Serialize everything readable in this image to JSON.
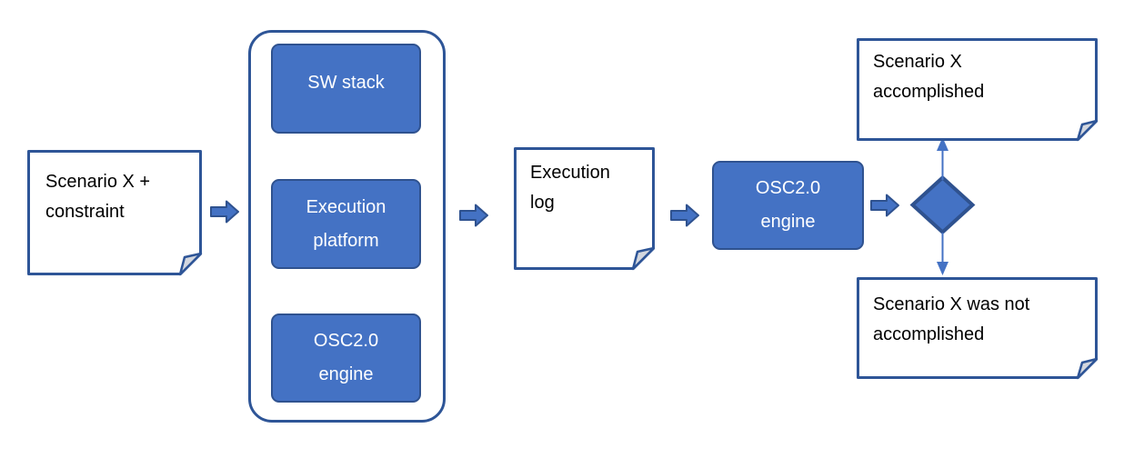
{
  "colors": {
    "shape_fill": "#4472C4",
    "shape_border": "#2F528F",
    "note_border": "#2E5597",
    "note_fill": "#FFFFFF",
    "fold_fill": "#D3D7DF",
    "connector": "#4472C4",
    "text_dark": "#000000",
    "text_light": "#FFFFFF"
  },
  "icons": {
    "flow_arrow": "block-arrow-right-icon",
    "branch_up": "arrow-up-icon",
    "branch_down": "arrow-down-icon",
    "decision": "diamond-icon",
    "note": "folded-page-icon"
  },
  "diagram": {
    "input_note": {
      "line1": "Scenario X +",
      "line2": "constraint"
    },
    "system_group": {
      "sw_stack": {
        "label": "SW stack"
      },
      "execution_platform": {
        "line1": "Execution",
        "line2": "platform"
      },
      "osc_engine": {
        "line1": "OSC2.0",
        "line2": "engine"
      }
    },
    "log_note": {
      "line1": "Execution",
      "line2": "log"
    },
    "engine_box": {
      "line1": "OSC2.0",
      "line2": "engine"
    },
    "accomplished_note": {
      "line1": "Scenario X",
      "line2": "accomplished"
    },
    "not_accomplished_note": {
      "line1": "Scenario X was not",
      "line2": "accomplished"
    }
  }
}
